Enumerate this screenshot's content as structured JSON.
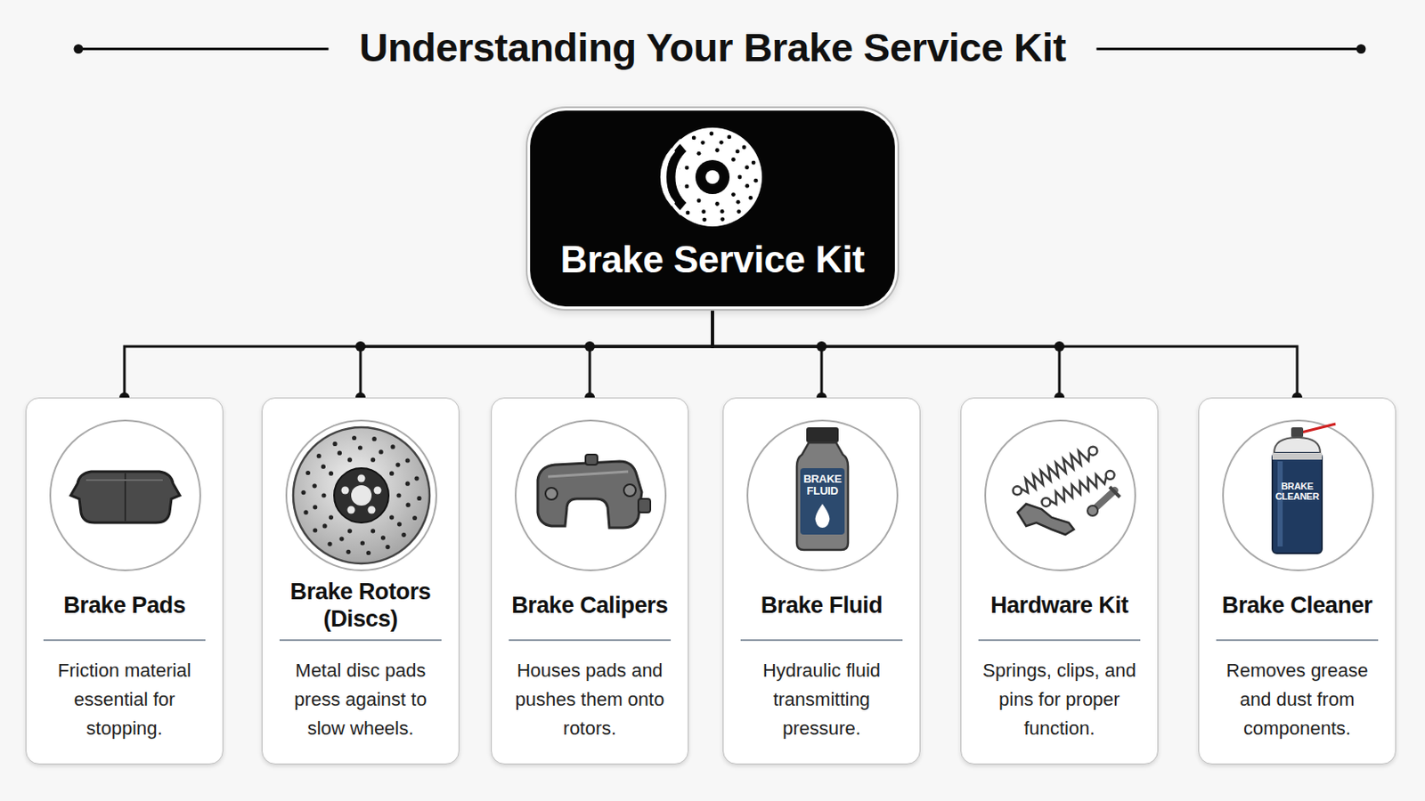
{
  "diagram": {
    "title": "Understanding Your Brake Service Kit",
    "nodes": [
      {
        "text": [
          "Brake Service Kit"
        ]
      },
      {
        "text": [
          "Brake Pads",
          "Friction material essential for stopping."
        ]
      },
      {
        "text": [
          "Brake Rotors (Discs)",
          "Metal disc pads press against to slow wheels."
        ]
      },
      {
        "text": [
          "Brake Calipers",
          "Houses pads and pushes them onto rotors."
        ]
      },
      {
        "text": [
          "Brake Fluid",
          "Hydraulic fluid transmitting pressure."
        ]
      },
      {
        "text": [
          "Hardware Kit",
          "Springs, clips, and pins for proper function."
        ]
      },
      {
        "text": [
          "Brake Cleaner",
          "Removes grease and dust from components."
        ]
      }
    ],
    "edges": [
      {
        "from": 0,
        "to": 1,
        "arrow": "none"
      },
      {
        "from": 0,
        "to": 2,
        "arrow": "none"
      },
      {
        "from": 0,
        "to": 3,
        "arrow": "none"
      },
      {
        "from": 0,
        "to": 4,
        "arrow": "none"
      },
      {
        "from": 0,
        "to": 5,
        "arrow": "none"
      },
      {
        "from": 0,
        "to": 6,
        "arrow": "none"
      }
    ],
    "labels": [
      "BRAKE FLUID",
      "BRAKE CLEANER"
    ]
  }
}
